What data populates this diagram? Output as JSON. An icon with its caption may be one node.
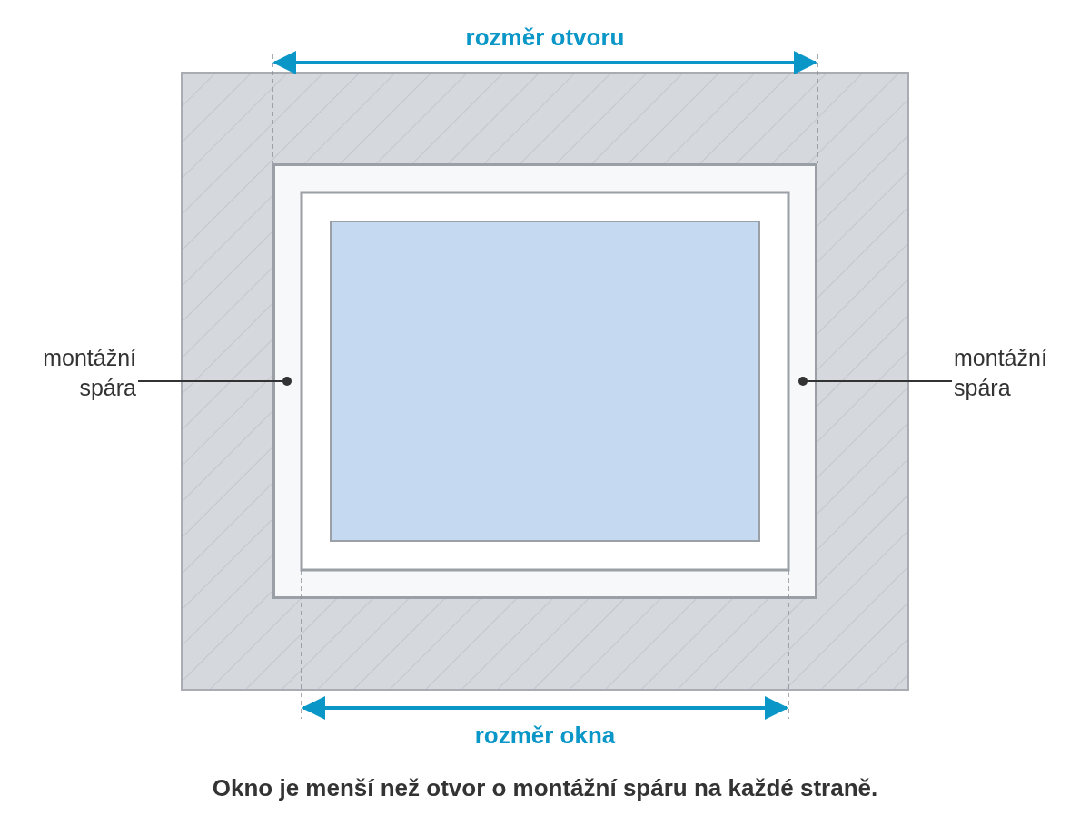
{
  "diagram": {
    "caption": "Okno je menší než otvor o montážní spáru na každé straně.",
    "nodes": [
      {
        "text": [
          "montážní spára"
        ]
      },
      {
        "text": [
          "montážní spára"
        ]
      },
      {
        "text": [],
        "shape": "box"
      }
    ],
    "edges": [
      {
        "from": 0,
        "to": 2,
        "arrow": "other"
      },
      {
        "from": 1,
        "to": 2,
        "arrow": "other"
      }
    ],
    "labels": [
      "rozměr otvoru",
      "rozměr okna"
    ]
  }
}
